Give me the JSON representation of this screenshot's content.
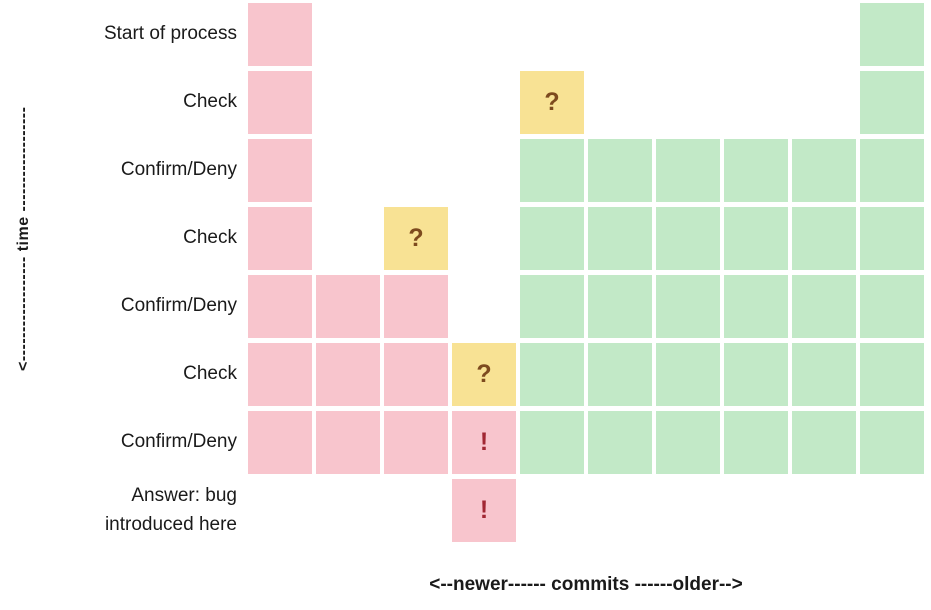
{
  "axes": {
    "time_label": "<------------------ time ------------------",
    "commits_label": "<--newer------ commits ------older-->"
  },
  "palette": {
    "bad_bg": "#f8c5cd",
    "good_bg": "#c2e9c7",
    "checking_bg": "#f8e294",
    "checking_mark_color": "#7d4a1e",
    "bug_mark_color": "#a12733",
    "label_color": "#1a1a1a",
    "background": "#ffffff"
  },
  "marks": {
    "checking": "?",
    "bug": "!"
  },
  "rows": [
    {
      "label": "Start of process",
      "cells": [
        "bad",
        "",
        "",
        "",
        "",
        "",
        "",
        "",
        "",
        "good"
      ]
    },
    {
      "label": "Check",
      "cells": [
        "bad",
        "",
        "",
        "",
        "checking",
        "",
        "",
        "",
        "",
        "good"
      ]
    },
    {
      "label": "Confirm/Deny",
      "cells": [
        "bad",
        "",
        "",
        "",
        "good",
        "good",
        "good",
        "good",
        "good",
        "good"
      ]
    },
    {
      "label": "Check",
      "cells": [
        "bad",
        "",
        "checking",
        "",
        "good",
        "good",
        "good",
        "good",
        "good",
        "good"
      ]
    },
    {
      "label": "Confirm/Deny",
      "cells": [
        "bad",
        "bad",
        "bad",
        "",
        "good",
        "good",
        "good",
        "good",
        "good",
        "good"
      ]
    },
    {
      "label": "Check",
      "cells": [
        "bad",
        "bad",
        "bad",
        "checking",
        "good",
        "good",
        "good",
        "good",
        "good",
        "good"
      ]
    },
    {
      "label": "Confirm/Deny",
      "cells": [
        "bad",
        "bad",
        "bad",
        "bug",
        "good",
        "good",
        "good",
        "good",
        "good",
        "good"
      ]
    },
    {
      "label": "Answer: bug\nintroduced here",
      "cells": [
        "",
        "",
        "",
        "bug",
        "",
        "",
        "",
        "",
        "",
        ""
      ]
    }
  ]
}
